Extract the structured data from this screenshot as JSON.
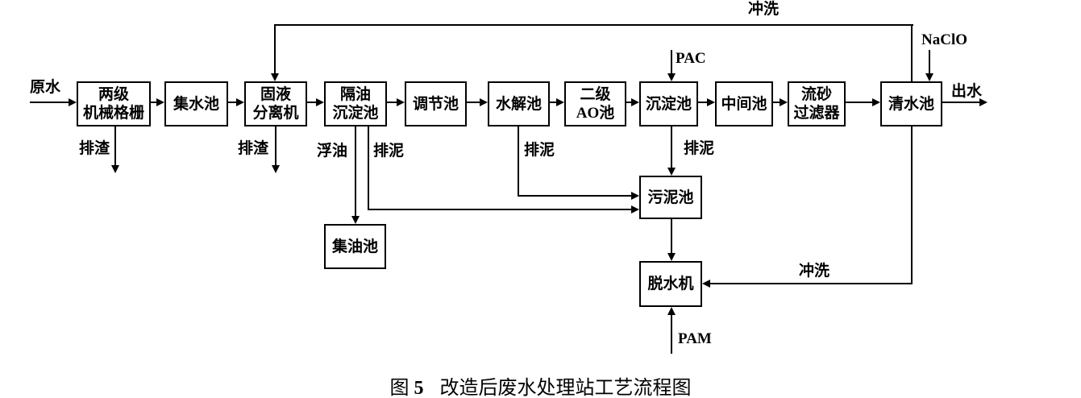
{
  "caption": {
    "figure_word": "图",
    "figure_number": "5",
    "text": "改造后废水处理站工艺流程图"
  },
  "nodes": {
    "mechanical_screen": "两级\n机械格栅",
    "collecting_tank": "集水池",
    "solid_liquid_separator": "固液\n分离机",
    "oil_separation_sedimentation_tank": "隔油\n沉淀池",
    "regulating_tank": "调节池",
    "hydrolysis_tank": "水解池",
    "secondary_ao_tank": "二级\nAO池",
    "sedimentation_tank": "沉淀池",
    "intermediate_tank": "中间池",
    "sand_filter": "流砂\n过滤器",
    "clean_water_tank": "清水池",
    "oil_collection_tank": "集油池",
    "sludge_tank": "污泥池",
    "dewatering_machine": "脱水机"
  },
  "labels": {
    "raw_water": "原水",
    "effluent": "出水",
    "flush_top": "冲洗",
    "flush_bottom": "冲洗",
    "naclo": "NaClO",
    "pac": "PAC",
    "pam": "PAM",
    "slag_screen": "排渣",
    "slag_separator": "排渣",
    "floating_oil": "浮油",
    "sludge_oil_tank": "排泥",
    "sludge_hydrolysis": "排泥",
    "sludge_sedimentation": "排泥"
  },
  "colors": {
    "line": "#000000",
    "background": "#ffffff"
  }
}
